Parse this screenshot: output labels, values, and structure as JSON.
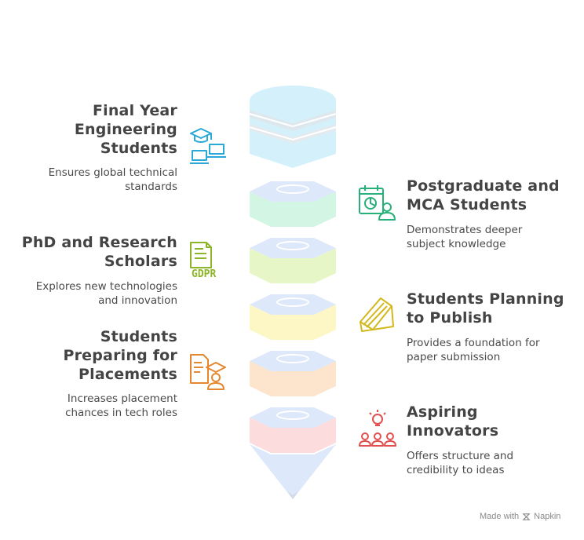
{
  "items": [
    {
      "id": "final-year",
      "title": [
        "Final Year",
        "Engineering",
        "Students"
      ],
      "desc": [
        "Ensures global technical",
        "standards"
      ],
      "side": "left",
      "icon": "graduation-laptops-icon",
      "color": "#2aa9d6"
    },
    {
      "id": "postgrad",
      "title": [
        "Postgraduate and",
        "MCA Students"
      ],
      "desc": [
        "Demonstrates deeper",
        "subject knowledge"
      ],
      "side": "right",
      "icon": "calendar-chart-person-icon",
      "color": "#27b07a"
    },
    {
      "id": "phd",
      "title": [
        "PhD and Research",
        "Scholars"
      ],
      "desc": [
        "Explores new technologies",
        "and innovation"
      ],
      "side": "left",
      "icon": "gdpr-document-icon",
      "color": "#8cb52a",
      "icon_text": "GDPR"
    },
    {
      "id": "publish",
      "title": [
        "Students Planning",
        "to Publish"
      ],
      "desc": [
        "Provides a foundation for",
        "paper submission"
      ],
      "side": "right",
      "icon": "papers-stack-icon",
      "color": "#d2b81a"
    },
    {
      "id": "placements",
      "title": [
        "Students",
        "Preparing for",
        "Placements"
      ],
      "desc": [
        "Increases placement",
        "chances in tech roles"
      ],
      "side": "left",
      "icon": "resume-graduate-icon",
      "color": "#e5872f"
    },
    {
      "id": "innovators",
      "title": [
        "Aspiring",
        "Innovators"
      ],
      "desc": [
        "Offers structure and",
        "credibility to ideas"
      ],
      "side": "right",
      "icon": "lightbulb-team-icon",
      "color": "#e0504f"
    }
  ],
  "segment_colors": [
    "#d4f1fb",
    "#d2f6e3",
    "#e7f6c6",
    "#fcf7c4",
    "#fde4cc",
    "#fcdcdc"
  ],
  "cap_color": "#dde8fb",
  "credit": {
    "made_with": "Made with",
    "brand": "Napkin"
  }
}
